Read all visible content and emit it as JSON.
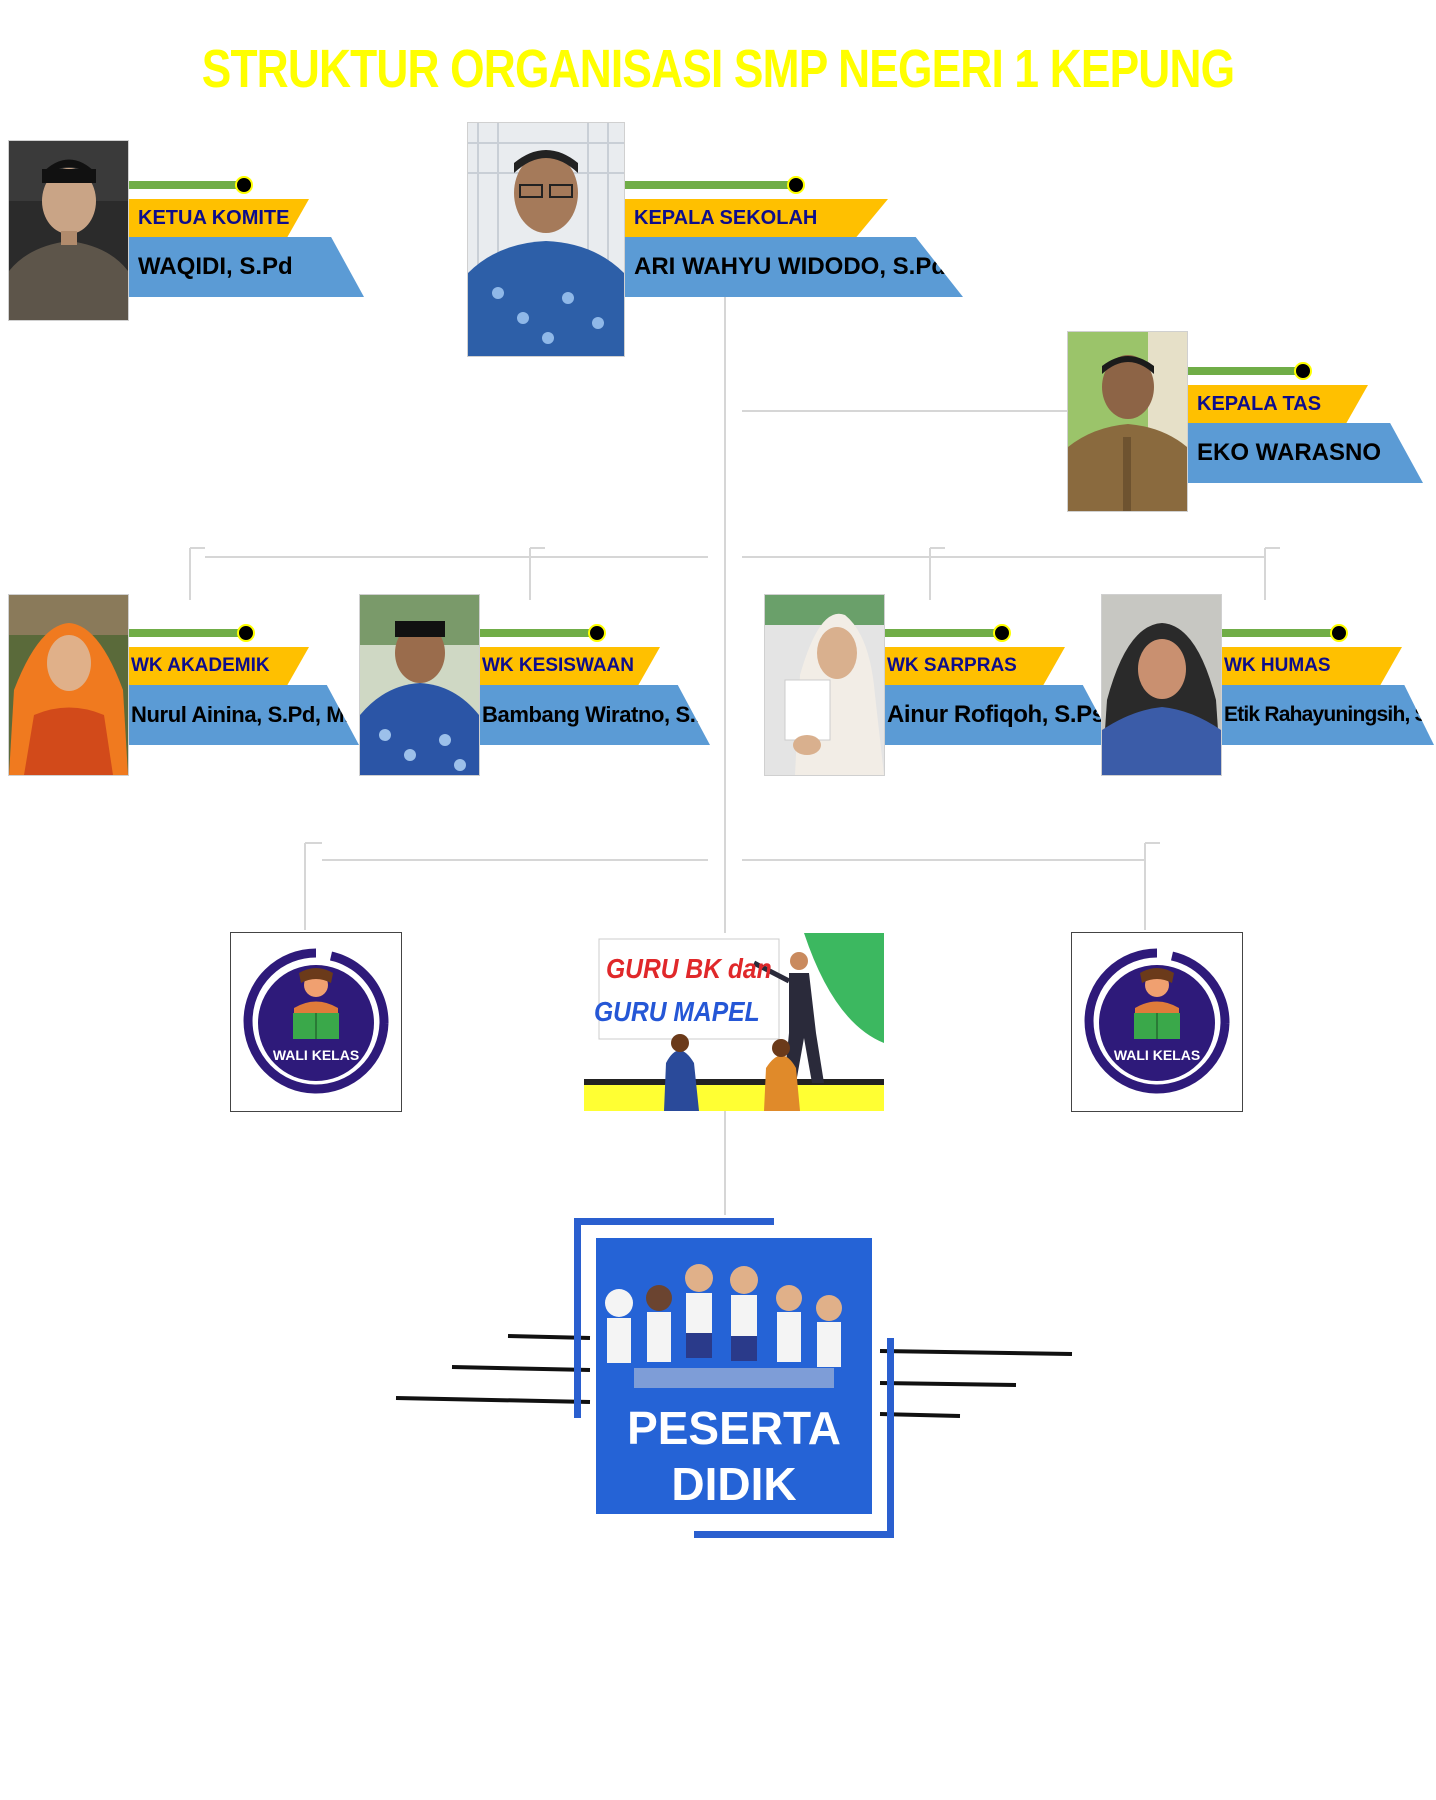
{
  "title": "STRUKTUR ORGANISASI SMP NEGERI 1 KEPUNG",
  "positions": {
    "ketua_komite": {
      "role": "KETUA KOMITE",
      "name": "WAQIDI, S.Pd"
    },
    "kepala_sekolah": {
      "role": "KEPALA SEKOLAH",
      "name": "ARI WAHYU WIDODO, S.Pd"
    },
    "kepala_tas": {
      "role": "KEPALA TAS",
      "name": "EKO WARASNO"
    },
    "wk_akademik": {
      "role": "WK AKADEMIK",
      "name": "Nurul Ainina, S.Pd, M.Pd"
    },
    "wk_kesiswaan": {
      "role": "WK KESISWAAN",
      "name": "Bambang Wiratno, S.Pd"
    },
    "wk_sarpras": {
      "role": "WK SARPRAS",
      "name": "Ainur Rofiqoh, S.Psi"
    },
    "wk_humas": {
      "role": "WK HUMAS",
      "name": "Etik Rahayuningsih, S.Pd"
    }
  },
  "wali_kelas_label": "WALI KELAS",
  "guru": {
    "line1": "GURU BK dan",
    "line2": "GURU MAPEL"
  },
  "peserta_didik": {
    "line1": "PESERTA",
    "line2": "DIDIK"
  },
  "colors": {
    "title": "#ffff00",
    "role_bg": "#ffc000",
    "name_bg": "#5b9bd5",
    "accent_bar": "#70ad47",
    "role_text": "#0d0d8c",
    "wali_circle": "#2e1a7a",
    "peserta_bg": "#2563d6"
  }
}
